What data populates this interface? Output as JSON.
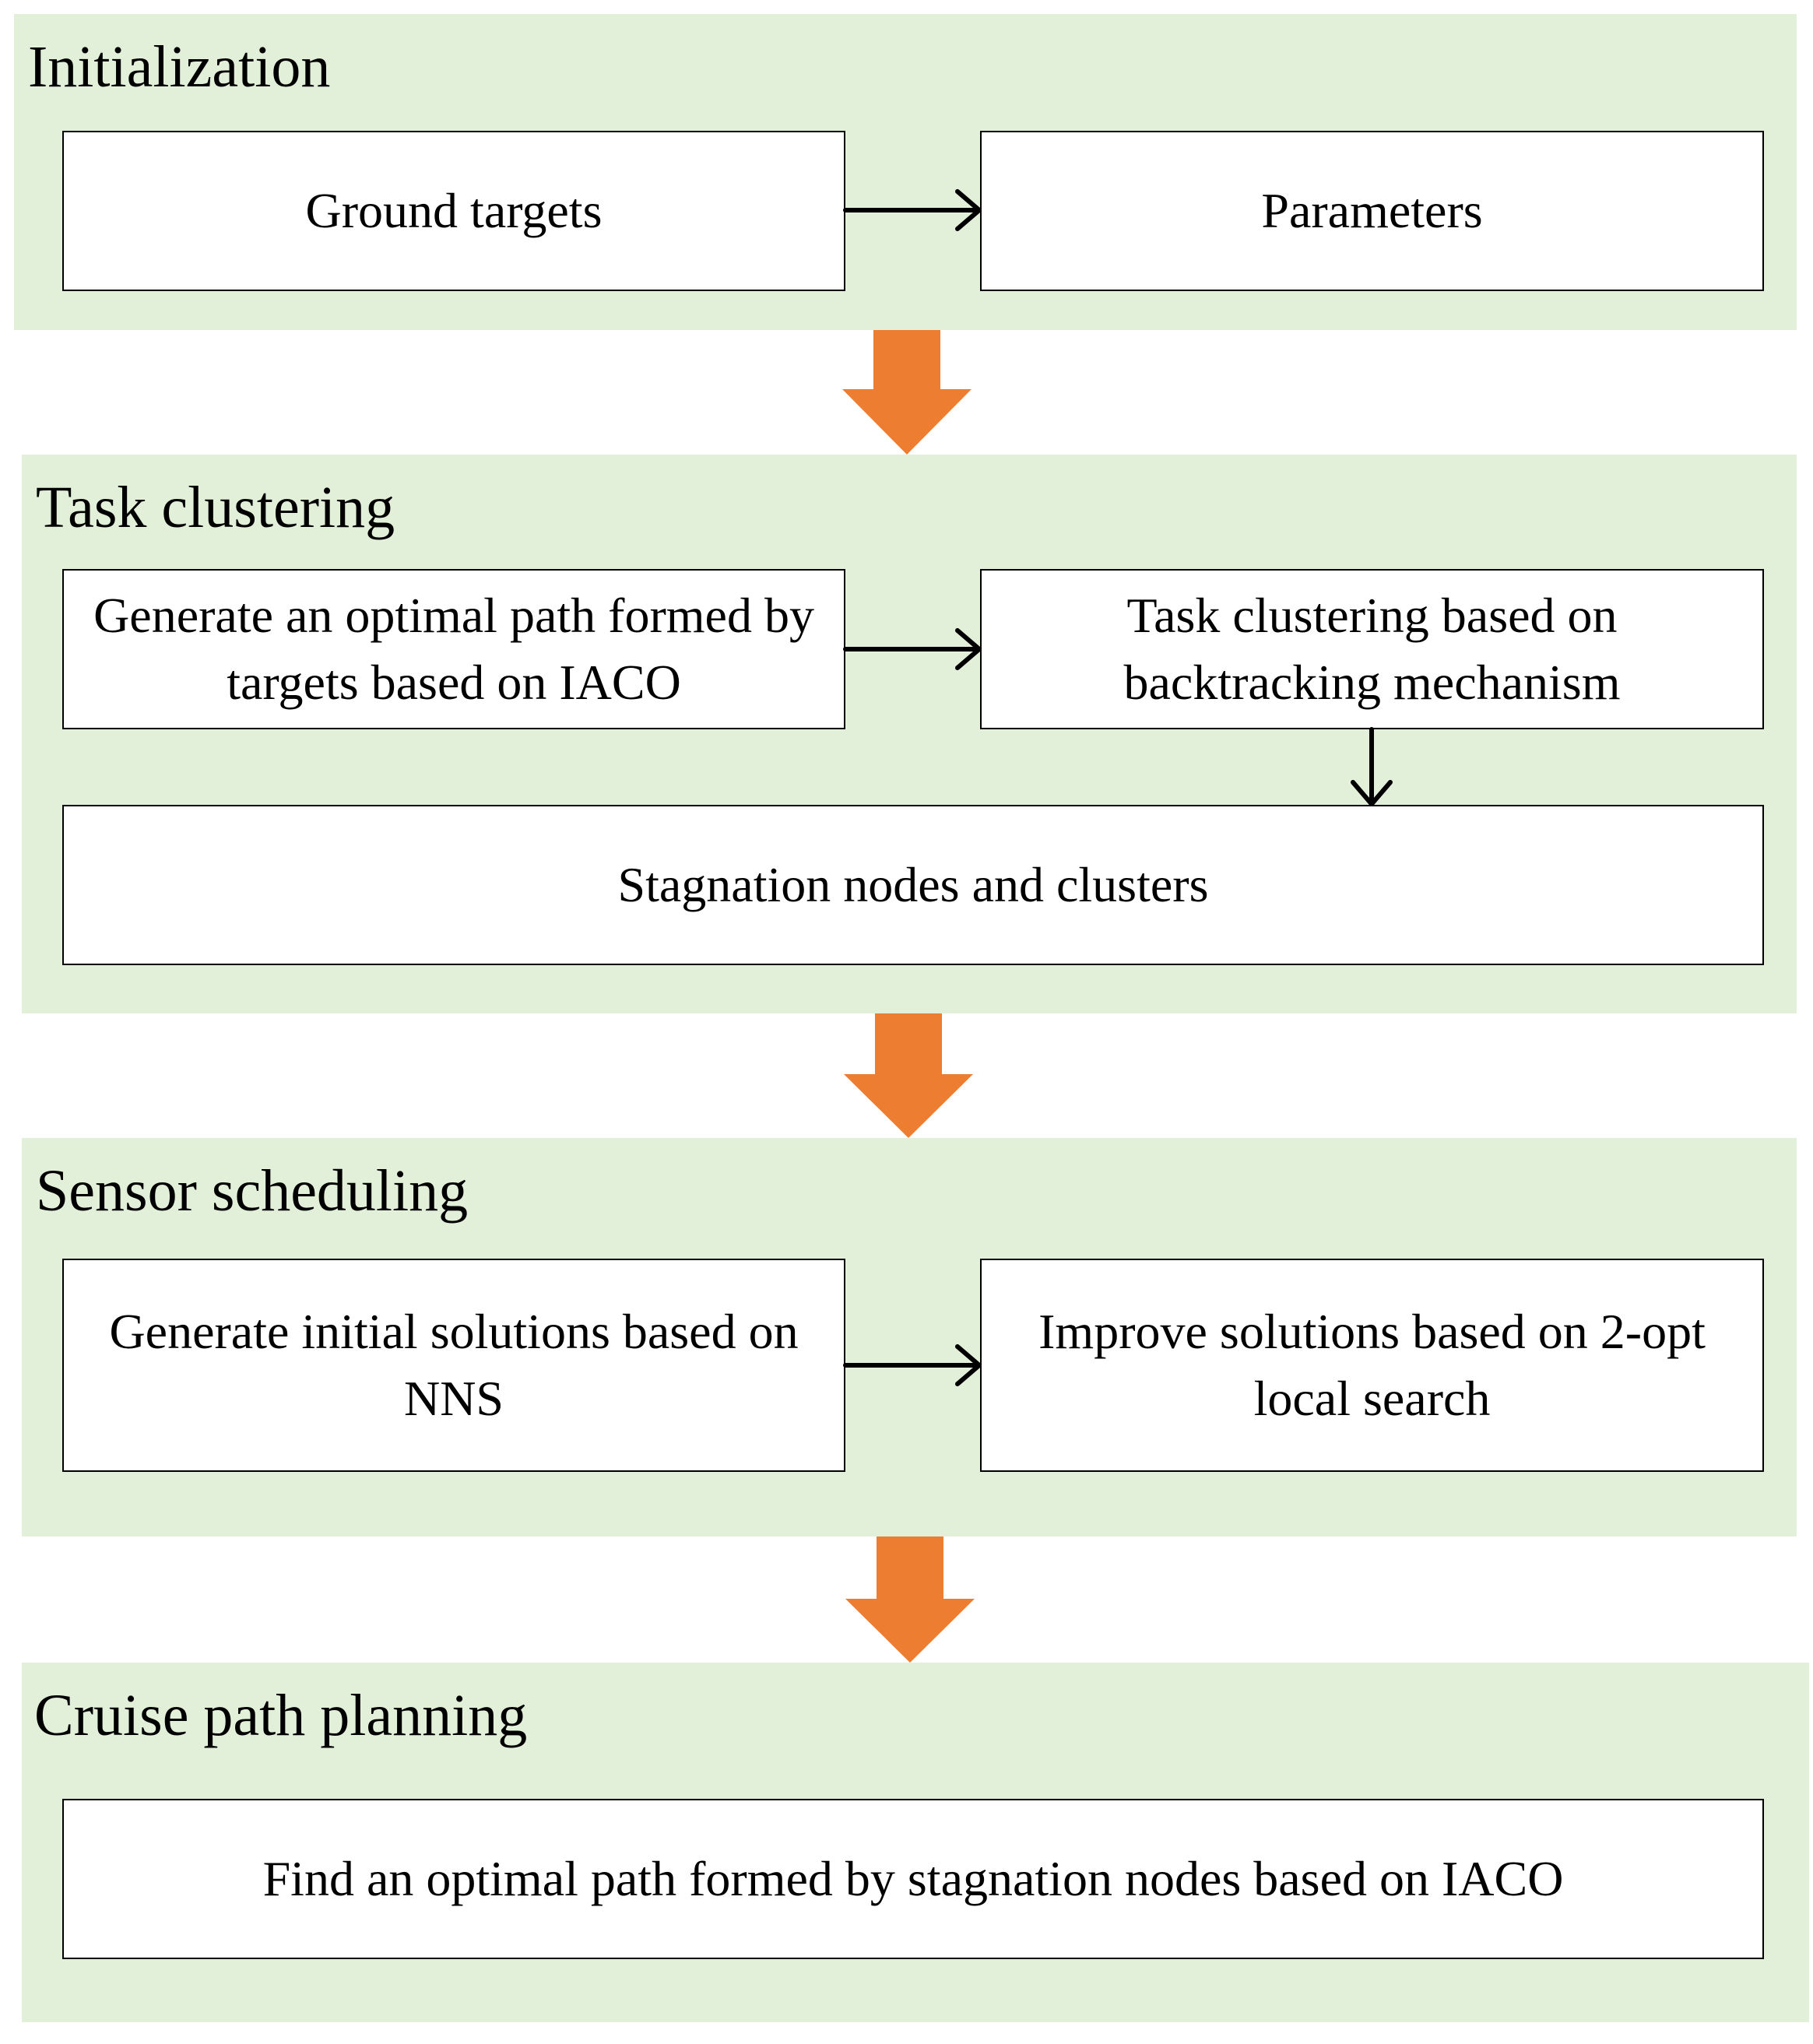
{
  "stages": [
    {
      "title": "Initialization",
      "boxes": [
        "Ground targets",
        "Parameters"
      ]
    },
    {
      "title": "Task clustering",
      "boxes": [
        "Generate an optimal path formed by targets based on IACO",
        "Task clustering based on backtracking mechanism",
        "Stagnation nodes and clusters"
      ]
    },
    {
      "title": "Sensor scheduling",
      "boxes": [
        "Generate initial solutions based on NNS",
        "Improve solutions based on 2-opt local search"
      ]
    },
    {
      "title": "Cruise path planning",
      "boxes": [
        "Find an optimal path formed by stagnation nodes based on IACO"
      ]
    }
  ],
  "colors": {
    "stage_background": "#e2efd9",
    "box_background": "#ffffff",
    "box_border": "#000000",
    "stage_arrow": "#ed7d31",
    "inner_arrow": "#000000"
  }
}
